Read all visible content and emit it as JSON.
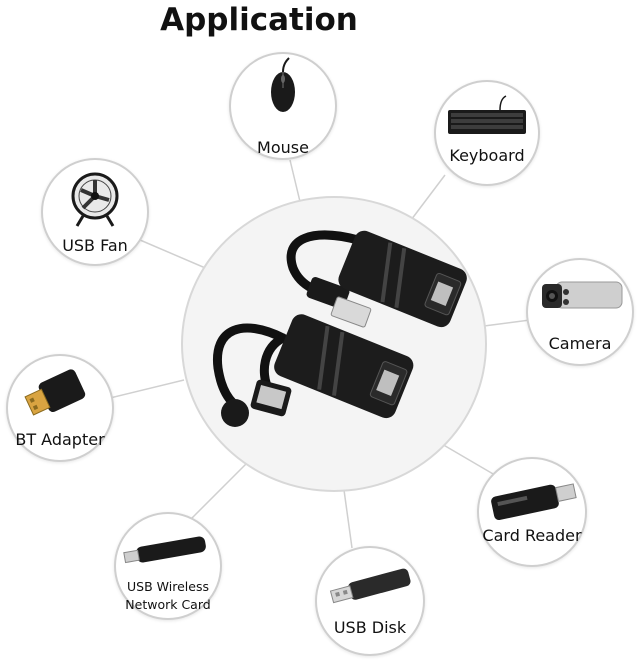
{
  "title": "Application",
  "devices": {
    "mouse": "Mouse",
    "keyboard": "Keyboard",
    "usb_fan": "USB Fan",
    "camera": "Camera",
    "bt_adapter": "BT Adapter",
    "card_reader": "Card Reader",
    "usb_wireless_line1": "USB Wireless",
    "usb_wireless_line2": "Network Card",
    "usb_disk": "USB Disk"
  }
}
